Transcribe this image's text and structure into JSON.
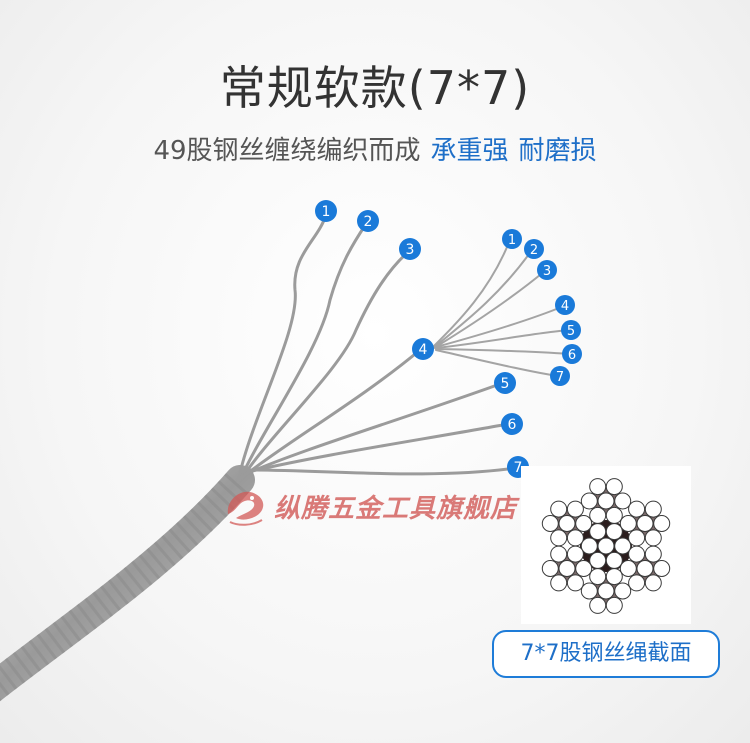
{
  "title": "常规软款(7*7)",
  "subtitle": {
    "main": "49股钢丝缠绕编织而成",
    "highlight_1": "承重强",
    "highlight_2": "耐磨损"
  },
  "strand_badges": {
    "left_group": [
      "1",
      "2",
      "3",
      "4",
      "5",
      "6",
      "7"
    ],
    "right_group": [
      "1",
      "2",
      "3",
      "4",
      "5",
      "6",
      "7"
    ]
  },
  "watermark_text": "纵腾五金工具旗舰店",
  "cross_section_caption": "7*7股钢丝绳截面",
  "colors": {
    "accent_blue": "#1e6fc8",
    "badge_blue": "#1a7ad9",
    "title_gray": "#333333",
    "watermark_red": "#d25a57",
    "strand_dark": "#2b1d1d"
  }
}
